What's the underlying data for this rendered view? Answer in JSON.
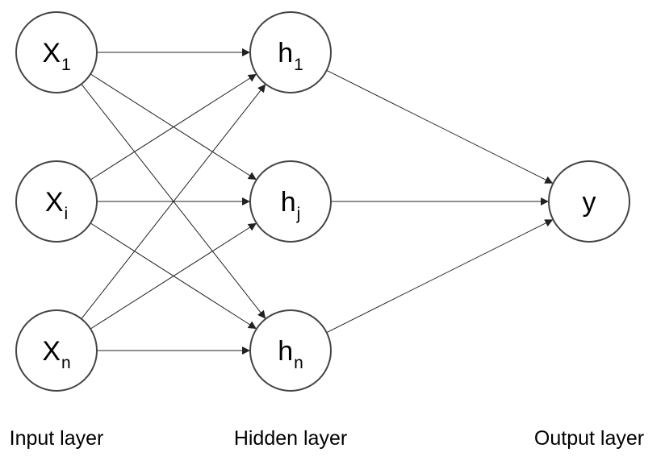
{
  "layers": {
    "input": {
      "label": "Input layer",
      "nodes": [
        {
          "id": "x1",
          "main": "X",
          "sub": "1"
        },
        {
          "id": "xi",
          "main": "X",
          "sub": "i"
        },
        {
          "id": "xn",
          "main": "X",
          "sub": "n"
        }
      ]
    },
    "hidden": {
      "label": "Hidden layer",
      "nodes": [
        {
          "id": "h1",
          "main": "h",
          "sub": "1"
        },
        {
          "id": "hj",
          "main": "h",
          "sub": "j"
        },
        {
          "id": "hn",
          "main": "h",
          "sub": "n"
        }
      ]
    },
    "output": {
      "label": "Output layer",
      "nodes": [
        {
          "id": "y",
          "main": "y",
          "sub": ""
        }
      ]
    }
  },
  "edges": [
    [
      "x1",
      "h1"
    ],
    [
      "x1",
      "hj"
    ],
    [
      "x1",
      "hn"
    ],
    [
      "xi",
      "h1"
    ],
    [
      "xi",
      "hj"
    ],
    [
      "xi",
      "hn"
    ],
    [
      "xn",
      "h1"
    ],
    [
      "xn",
      "hj"
    ],
    [
      "xn",
      "hn"
    ],
    [
      "h1",
      "y"
    ],
    [
      "hj",
      "y"
    ],
    [
      "hn",
      "y"
    ]
  ]
}
